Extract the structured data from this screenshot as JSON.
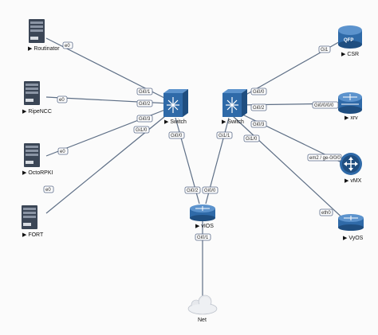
{
  "colors": {
    "link": "#5e6f86",
    "server_body": "#3b4656",
    "device_blue": "#2f6aa8",
    "cloud": "#e6e8ec"
  },
  "nodes": {
    "routinator": {
      "label": "Routinator",
      "icon": "server-icon"
    },
    "ripencc": {
      "label": "RipeNCC",
      "icon": "server-icon"
    },
    "octorpki": {
      "label": "OctoRPKI",
      "icon": "server-icon"
    },
    "fort": {
      "label": "FORT",
      "icon": "server-icon"
    },
    "switch_left": {
      "label": "Switch",
      "icon": "switch-icon"
    },
    "switch_right": {
      "label": "Switch",
      "icon": "switch-icon"
    },
    "vios": {
      "label": "vIOS",
      "icon": "router-icon"
    },
    "net": {
      "label": "Net",
      "icon": "cloud-icon"
    },
    "csr": {
      "label": "CSR",
      "icon": "router-icon",
      "badge": "QFP"
    },
    "xrv": {
      "label": "xrv",
      "icon": "router-icon"
    },
    "vmx": {
      "label": "vMX",
      "icon": "router-icon"
    },
    "vyos": {
      "label": "VyOS",
      "icon": "router-icon"
    }
  },
  "ports": {
    "routinator_e0": "e0",
    "ripencc_e0": "e0",
    "octorpki_e0": "e0",
    "fort_e0": "e0",
    "swl_gi01": "Gi0/1",
    "swl_gi02": "Gi0/2",
    "swl_gi03": "Gi0/3",
    "swl_gi10": "Gi1/0",
    "swl_gi00": "Gi0/0",
    "swr_gi00": "Gi0/0",
    "swr_gi02": "Gi0/2",
    "swr_gi03": "Gi0/3",
    "swr_gi10": "Gi1/0",
    "swr_gi11": "Gi1/1",
    "vios_gi02": "Gi0/2",
    "vios_gi00": "Gi0/0",
    "vios_gi01": "Gi0/1",
    "csr_gi1": "Gi1",
    "xrv_gi0000": "Gi0/0/0/0",
    "vmx_ge": "em2 / ge-0/0/0",
    "vyos_eth0": "eth0"
  }
}
